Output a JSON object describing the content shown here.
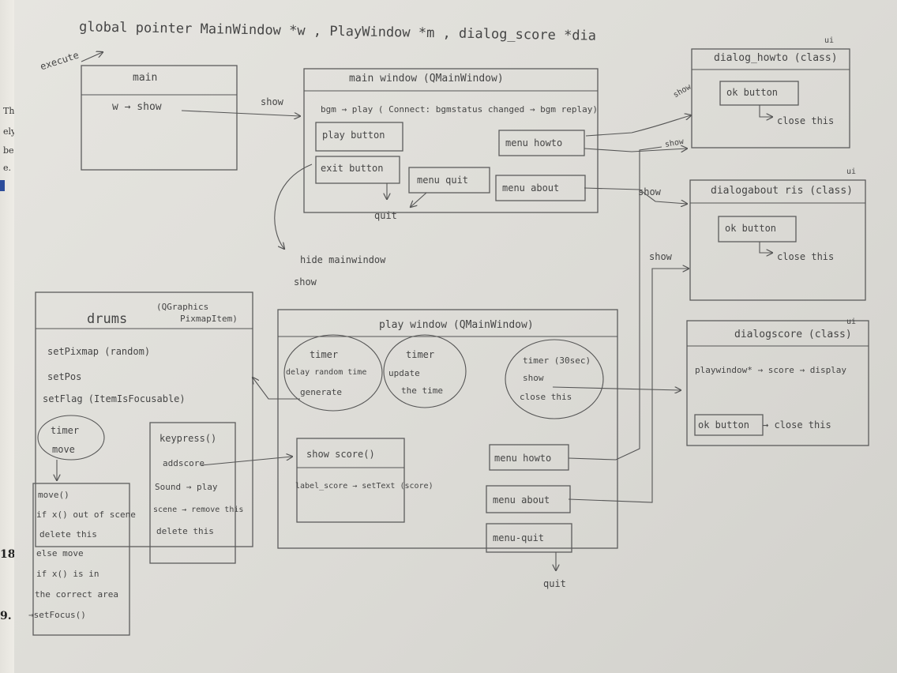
{
  "header": {
    "title": "global pointer MainWindow *w , PlayWindow *m , dialog_score *dia",
    "execute": "execute"
  },
  "book_margin": {
    "lines": [
      "The",
      "ely,",
      "be",
      "e."
    ],
    "page_numbers": [
      "18",
      "9."
    ]
  },
  "main_box": {
    "title": "main",
    "line": "w → show"
  },
  "main_window": {
    "title": "main window (QMainWindow)",
    "bgm": "bgm → play ( Connect: bgmstatus changed → bgm replay)",
    "play_button": "play button",
    "exit_button": "exit button",
    "menu_quit": "menu quit",
    "menu_howto": "menu howto",
    "menu_about": "menu about",
    "quit": "quit"
  },
  "dialog_howto": {
    "title": "dialog_howto (class)",
    "ui": "ui",
    "ok_button": "ok button",
    "close": "close this"
  },
  "dialog_about": {
    "title": "dialogabout ris (class)",
    "ui": "ui",
    "ok_button": "ok button",
    "close": "close this"
  },
  "dialog_score": {
    "title": "dialogscore (class)",
    "ui": "ui",
    "line": "playwindow* → score → display",
    "ok_button": "ok button",
    "close": "→ close this"
  },
  "labels": {
    "show1": "show",
    "show2": "show",
    "show3": "show",
    "show4": "show",
    "show5": "show",
    "hide": "hide mainwindow",
    "show_play": "show"
  },
  "drums": {
    "title": "drums",
    "subtitle1": "(QGraphics",
    "subtitle2": "PixmapItem)",
    "lines": [
      "setPixmap (random)",
      "setPos",
      "setFlag (ItemIsFocusable)"
    ],
    "timer": [
      "timer",
      "move"
    ],
    "move_lines": [
      "move()",
      "if x() out of scene",
      "delete this",
      "else move",
      "if x() is in",
      "the correct area",
      "→setFocus()"
    ]
  },
  "keypress": {
    "title": "keypress()",
    "lines": [
      "addscore",
      "Sound → play",
      "scene → remove this",
      "delete this"
    ]
  },
  "play_window": {
    "title": "play window (QMainWindow)",
    "timer1": [
      "timer",
      "delay random time",
      "generate"
    ],
    "timer2": [
      "timer",
      "update",
      "the time"
    ],
    "timer3": [
      "timer (30sec)",
      "show",
      "close this"
    ],
    "show_score": "show score()",
    "label_score": "label_score → setText (score)",
    "menu_howto": "menu howto",
    "menu_about": "menu about",
    "menu_quit": "menu-quit",
    "quit": "quit"
  }
}
